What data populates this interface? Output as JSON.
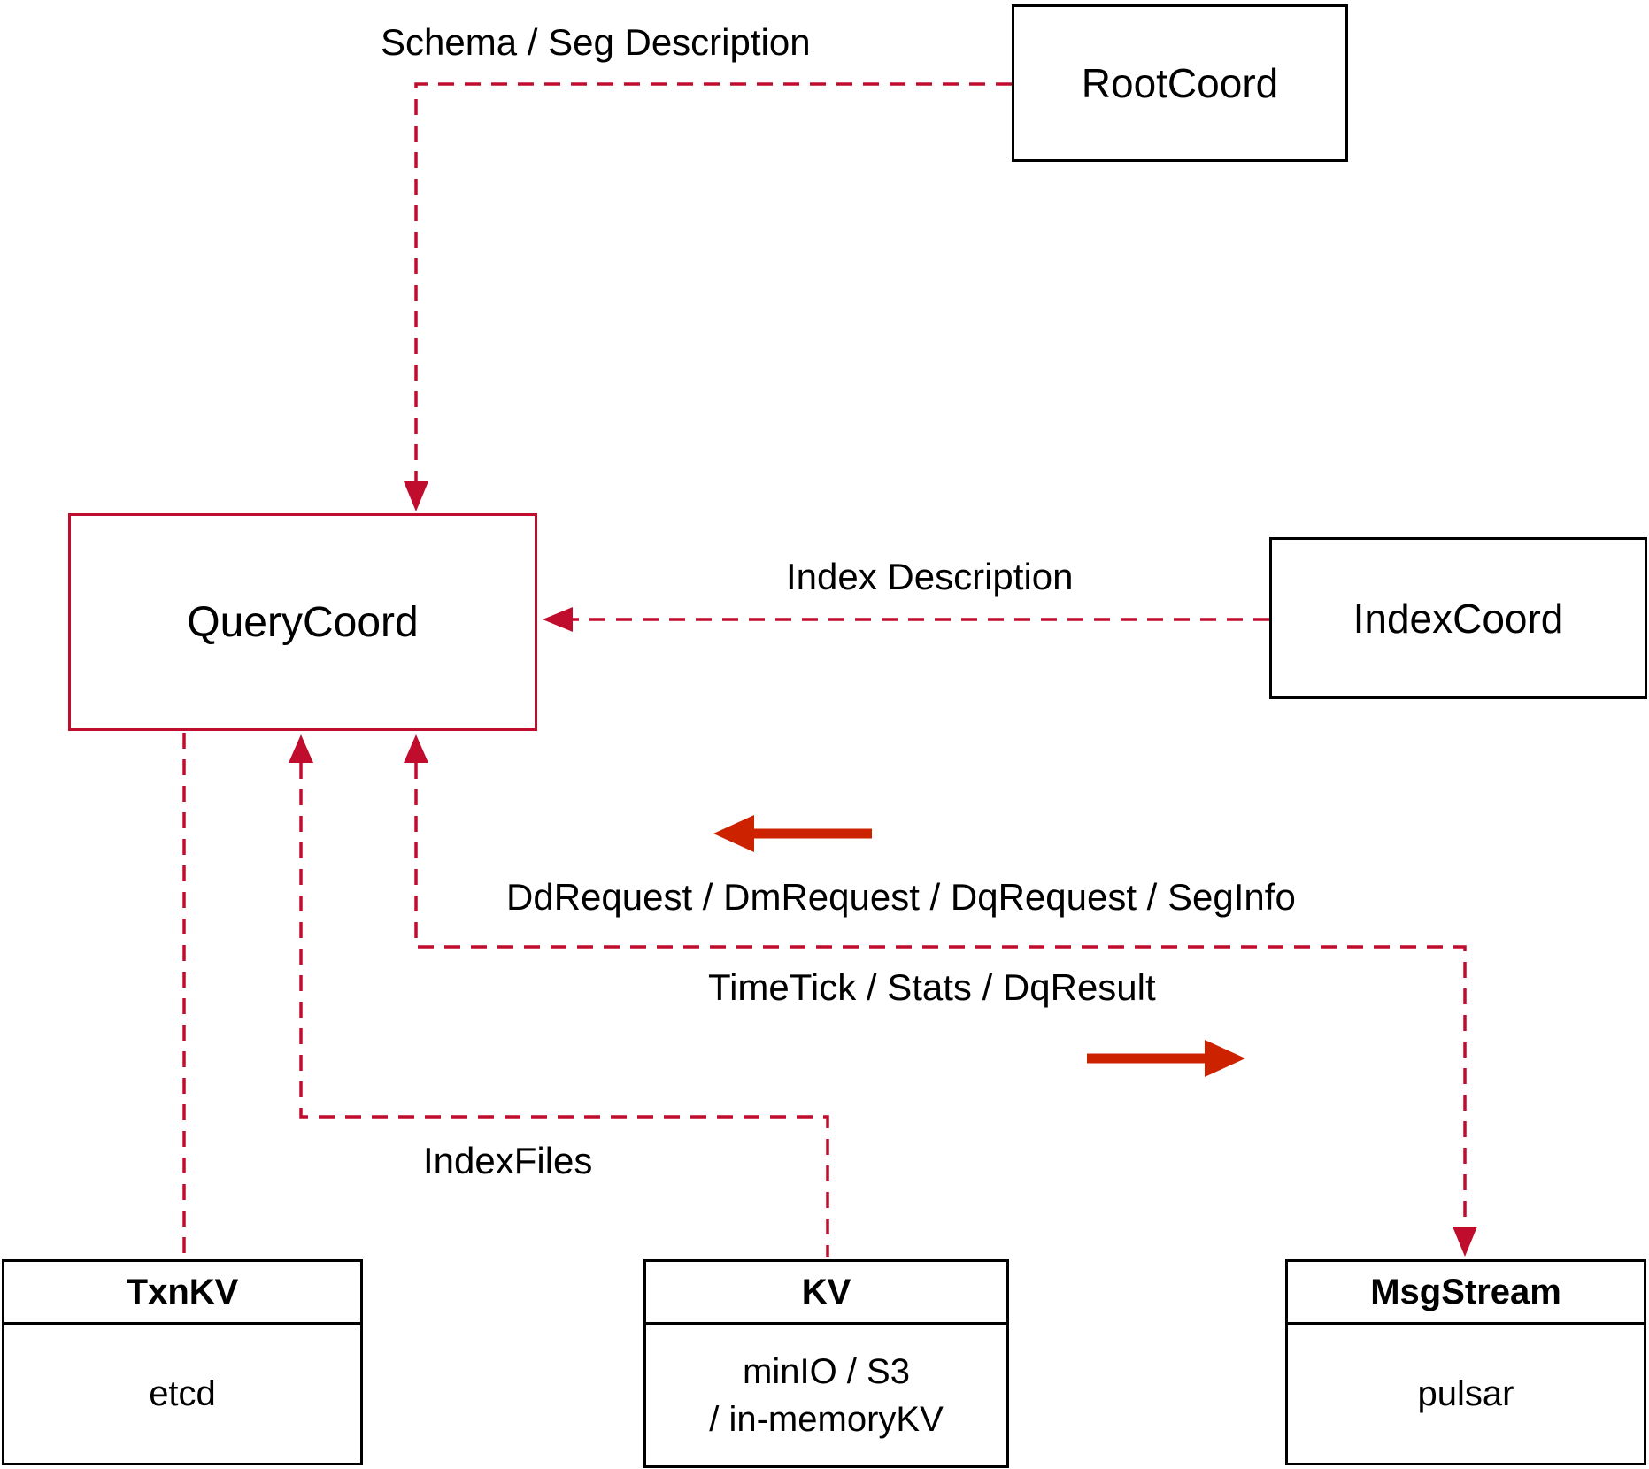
{
  "nodes": {
    "root_coord": {
      "label": "RootCoord"
    },
    "query_coord": {
      "label": "QueryCoord"
    },
    "index_coord": {
      "label": "IndexCoord"
    },
    "txn_kv": {
      "title": "TxnKV",
      "body": "etcd"
    },
    "kv": {
      "title": "KV",
      "body_line1": "minIO / S3",
      "body_line2": "/ in-memoryKV"
    },
    "msg_stream": {
      "title": "MsgStream",
      "body": "pulsar"
    }
  },
  "edges": {
    "schema_seg": {
      "label": "Schema / Seg Description"
    },
    "index_desc": {
      "label": "Index Description"
    },
    "dd_request": {
      "label": "DdRequest / DmRequest / DqRequest / SegInfo"
    },
    "time_tick": {
      "label": "TimeTick / Stats / DqResult"
    },
    "index_files": {
      "label": "IndexFiles"
    }
  },
  "colors": {
    "dashed_line": "#c00c2d",
    "solid_arrow": "#cc2200",
    "query_coord_border": "#c00c2d",
    "box_border": "#000000",
    "text": "#000000"
  }
}
